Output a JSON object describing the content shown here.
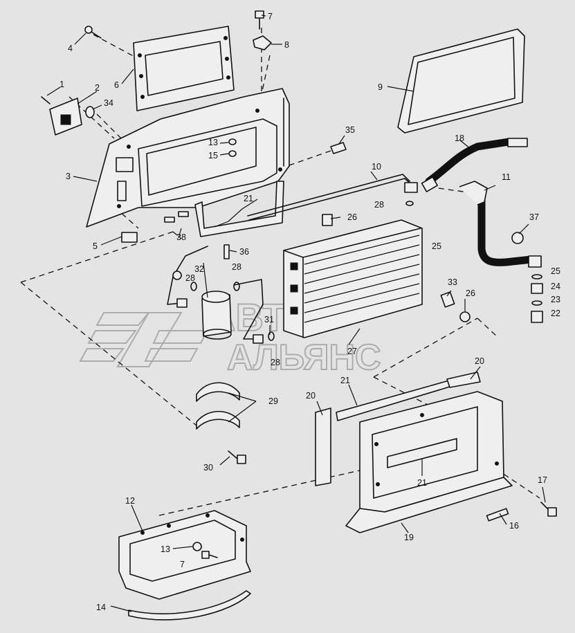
{
  "watermark": {
    "line1": "АВТО",
    "line2": "АЛЬЯНС"
  },
  "callouts": [
    {
      "id": "c1",
      "text": "1"
    },
    {
      "id": "c2",
      "text": "2"
    },
    {
      "id": "c3",
      "text": "3"
    },
    {
      "id": "c4",
      "text": "4"
    },
    {
      "id": "c5",
      "text": "5"
    },
    {
      "id": "c6",
      "text": "6"
    },
    {
      "id": "c7a",
      "text": "7"
    },
    {
      "id": "c7b",
      "text": "7"
    },
    {
      "id": "c8",
      "text": "8"
    },
    {
      "id": "c9",
      "text": "9"
    },
    {
      "id": "c10",
      "text": "10"
    },
    {
      "id": "c11",
      "text": "11"
    },
    {
      "id": "c12",
      "text": "12"
    },
    {
      "id": "c13a",
      "text": "13"
    },
    {
      "id": "c13b",
      "text": "13"
    },
    {
      "id": "c14",
      "text": "14"
    },
    {
      "id": "c15",
      "text": "15"
    },
    {
      "id": "c16",
      "text": "16"
    },
    {
      "id": "c17",
      "text": "17"
    },
    {
      "id": "c18",
      "text": "18"
    },
    {
      "id": "c19",
      "text": "19"
    },
    {
      "id": "c20a",
      "text": "20"
    },
    {
      "id": "c20b",
      "text": "20"
    },
    {
      "id": "c21a",
      "text": "21"
    },
    {
      "id": "c21b",
      "text": "21"
    },
    {
      "id": "c21c",
      "text": "21"
    },
    {
      "id": "c22",
      "text": "22"
    },
    {
      "id": "c23",
      "text": "23"
    },
    {
      "id": "c24",
      "text": "24"
    },
    {
      "id": "c25a",
      "text": "25"
    },
    {
      "id": "c25b",
      "text": "25"
    },
    {
      "id": "c26a",
      "text": "26"
    },
    {
      "id": "c26b",
      "text": "26"
    },
    {
      "id": "c27",
      "text": "27"
    },
    {
      "id": "c28a",
      "text": "28"
    },
    {
      "id": "c28b",
      "text": "28"
    },
    {
      "id": "c28c",
      "text": "28"
    },
    {
      "id": "c28d",
      "text": "28"
    },
    {
      "id": "c29",
      "text": "29"
    },
    {
      "id": "c30",
      "text": "30"
    },
    {
      "id": "c31",
      "text": "31"
    },
    {
      "id": "c32",
      "text": "32"
    },
    {
      "id": "c33",
      "text": "33"
    },
    {
      "id": "c34",
      "text": "34"
    },
    {
      "id": "c35",
      "text": "35"
    },
    {
      "id": "c36",
      "text": "36"
    },
    {
      "id": "c37",
      "text": "37"
    },
    {
      "id": "c38",
      "text": "38"
    }
  ]
}
